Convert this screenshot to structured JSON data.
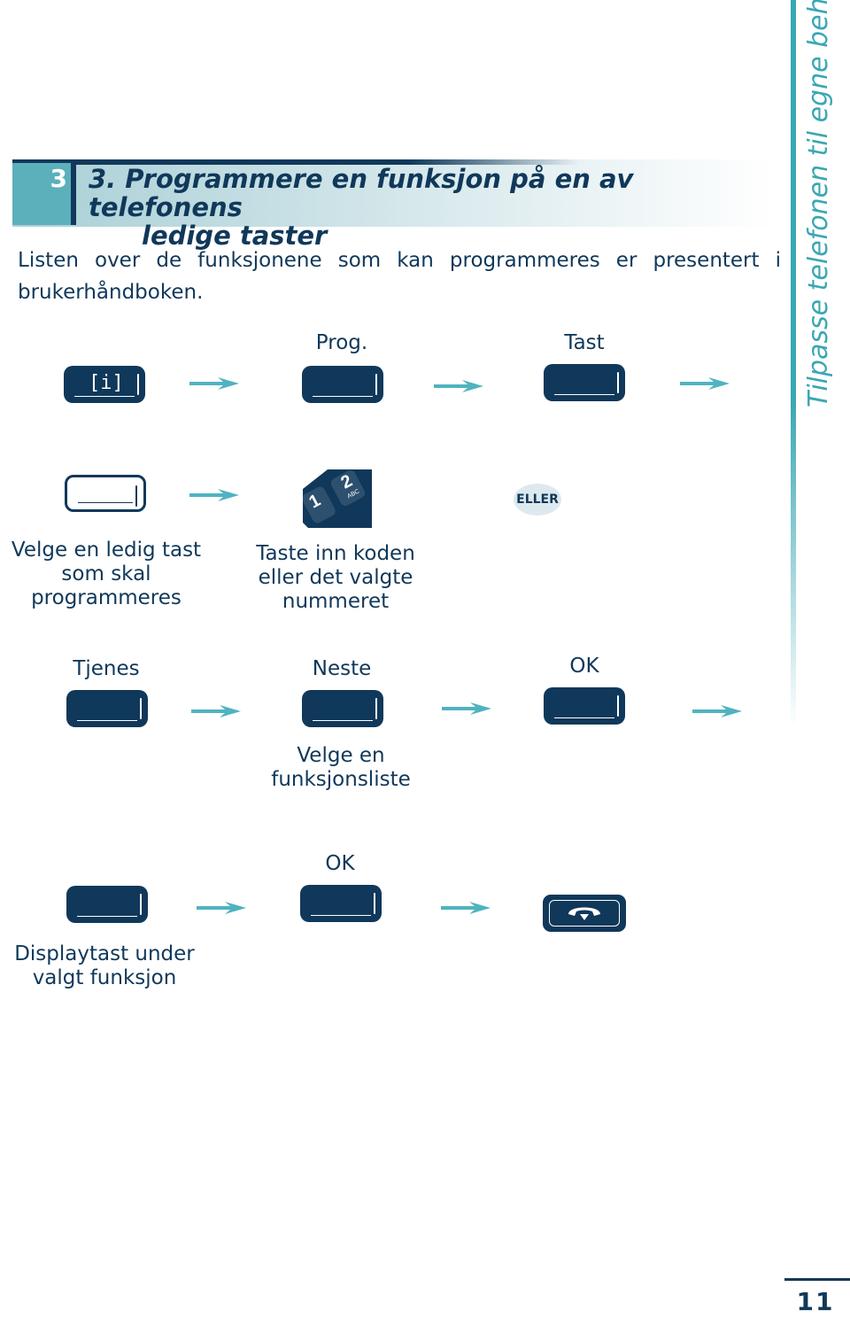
{
  "section": {
    "tab_number": "3",
    "title_line1": "3.  Programmere en funksjon på en av telefonens",
    "title_line2": "ledige taster"
  },
  "side_title": "Tilpasse telefonen til egne behov",
  "intro": "Listen over de funksjonene som kan programmeres er presentert i brukerhåndboken.",
  "row1": {
    "prog_label": "Prog.",
    "tast_label": "Tast",
    "info_key_glyph": "[i]"
  },
  "row2": {
    "free_key_caption": [
      "Velge en ledig tast",
      "som skal",
      "programmeres"
    ],
    "keypad_caption": [
      "Taste inn koden",
      "eller det valgte",
      "nummeret"
    ],
    "keypad_digit1": "1",
    "keypad_digit2": "2",
    "keypad_letters": "ABC",
    "or_label": "ELLER"
  },
  "row3": {
    "tjenes_label": "Tjenes",
    "neste_label": "Neste",
    "ok_label": "OK",
    "neste_caption": [
      "Velge en",
      "funksjonsliste"
    ]
  },
  "row4": {
    "ok_label": "OK",
    "display_caption": [
      "Displaytast under",
      "valgt funksjon"
    ]
  },
  "page_number": "11",
  "colors": {
    "navy": "#10385a",
    "teal": "#3aa7b3",
    "tab": "#5bb0bc"
  },
  "icons": [
    "info-key-icon",
    "arrow-icon",
    "keypad-icon",
    "hangup-icon"
  ]
}
